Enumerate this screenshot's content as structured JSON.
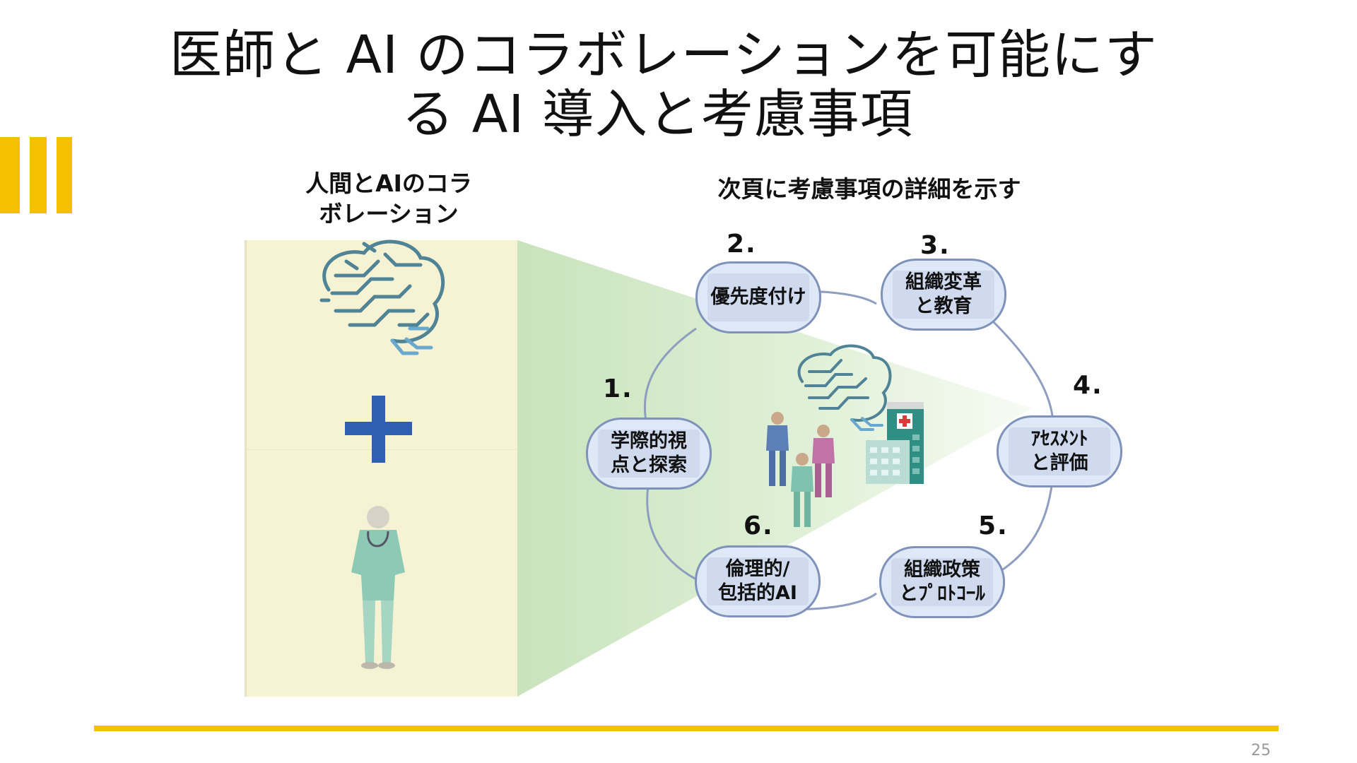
{
  "title": {
    "line1": "医師と AI のコラボレーションを可能にす",
    "line2": "る AI 導入と考慮事項"
  },
  "left_heading": {
    "line1": "人間とAIのコラ",
    "line2": "ボレーション"
  },
  "right_heading": "次頁に考慮事項の詳細を示す",
  "nodes": [
    {
      "number": "1.",
      "label": "学際的視\n点と探索"
    },
    {
      "number": "2.",
      "label": "優先度付け"
    },
    {
      "number": "3.",
      "label": "組織変革\nと教育"
    },
    {
      "number": "4.",
      "label": "ｱｾｽﾒﾝﾄ\nと評価"
    },
    {
      "number": "5.",
      "label": "組織政策\nとﾌﾟﾛﾄｺｰﾙ"
    },
    {
      "number": "6.",
      "label": "倫理的/\n包括的AI"
    }
  ],
  "page_number": "25",
  "colors": {
    "accent": "#f5c000",
    "node_fill": "#dfe8f6",
    "node_border": "#7e92ba",
    "plus": "#2f5fb0",
    "panel": "#f6f3d4",
    "funnel": "#cfe6c4"
  },
  "icons": [
    "ai-brain-icon",
    "plus-icon",
    "doctor-figure-icon",
    "medical-team-icon",
    "hospital-building-icon"
  ]
}
